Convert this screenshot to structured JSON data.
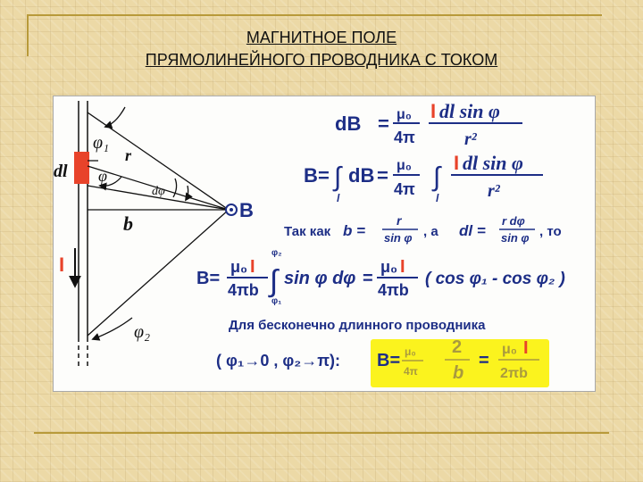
{
  "slide": {
    "title_line1": "МАГНИТНОЕ ПОЛЕ",
    "title_line2": "ПРЯМОЛИНЕЙНОГО ПРОВОДНИКА С ТОКОМ"
  },
  "colors": {
    "background": "#ecd9a6",
    "border_line": "#b89a3a",
    "conductor_highlight": "#e8432a",
    "formula_text": "#1d2e86",
    "highlight": "#fbf31e"
  },
  "diagram": {
    "label_phi1": "φ₁",
    "label_phi": "φ",
    "label_r": "r",
    "label_dphi": "dφ",
    "label_dl": "dl",
    "label_b": "b",
    "label_B": "B",
    "label_I": "I",
    "label_phi2": "φ₂"
  },
  "formulas": {
    "f1_lhs": "dB",
    "f1_mu": "μ₀",
    "f1_den": "4π",
    "f1_num_I": "I",
    "f1_num_rest": " dl sin φ",
    "f1_den2": "r²",
    "f2_lhs": "B",
    "f2_dB": "dB",
    "f2_mu": "μ₀",
    "f2_den": "4π",
    "f2_num_I": "I",
    "f2_num_rest": " dl sin φ",
    "f2_den2": "r²",
    "f2_l": "l",
    "f3_text": "Так как",
    "f3_b": "b =",
    "f3_r": "r",
    "f3_sin": "sin φ",
    "f3_a": ", а",
    "f3_dl": "dl =",
    "f3_rdphi": "r dφ",
    "f3_sin2": "sin φ",
    "f3_to": ", то",
    "f4_lhs": "B=",
    "f4_mu": "μ₀",
    "f4_I": "I",
    "f4_den": "4πb",
    "f4_upper": "φ₂",
    "f4_lower": "φ₁",
    "f4_integrand": "sin φ dφ",
    "f4_eq": "=",
    "f4_mu2": "μ₀",
    "f4_I2": "I",
    "f4_den3": "4πb",
    "f4_result": "( cos φ₁ - cos φ₂ )",
    "f5_text": "Для бесконечно длинного проводника",
    "f6_cond": "( φ₁→0 , φ₂→π):",
    "f6_B": "B=",
    "f6_mu": "μ₀",
    "f6_4pi": "4π",
    "f6_2": "2",
    "f6_b": "b",
    "f6_eq": "=",
    "f6_mu2": "μ₀",
    "f6_I": "I",
    "f6_2pib": "2πb"
  }
}
